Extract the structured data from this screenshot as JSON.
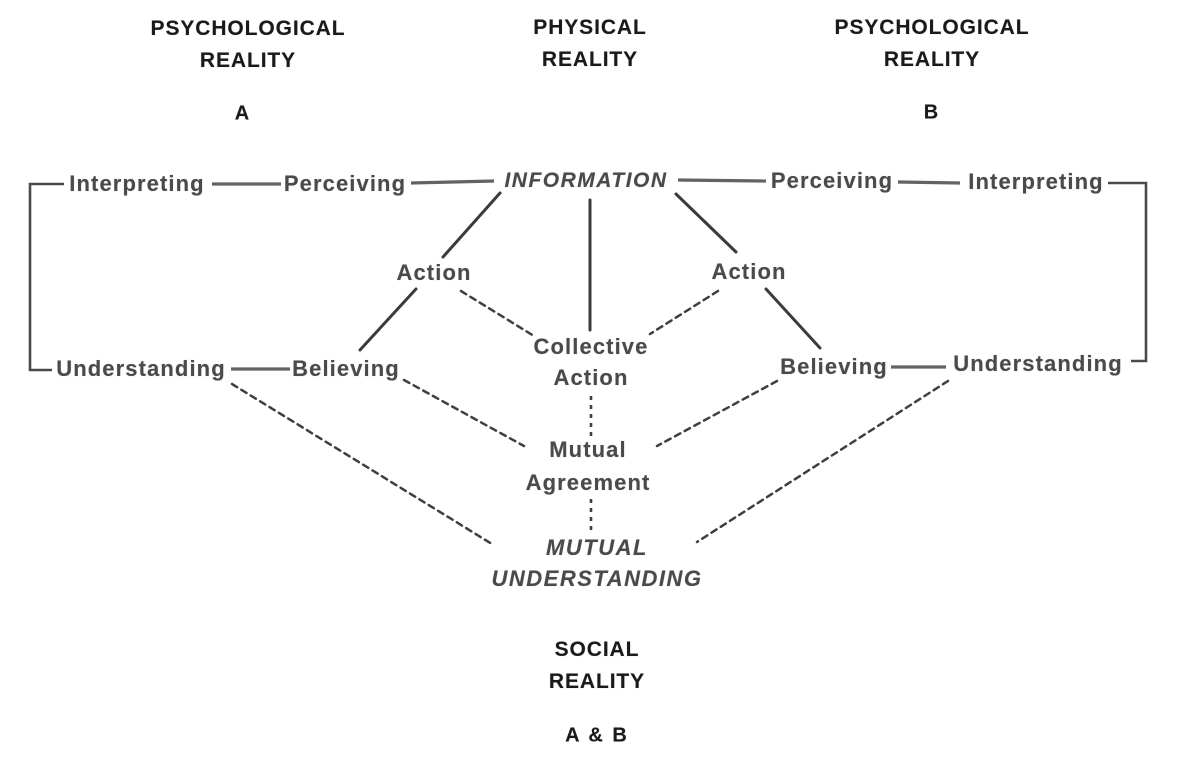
{
  "figure": {
    "type": "diagram",
    "description_visible_only": "Convergence model diagram with labeled realities and communication nodes"
  },
  "headers": {
    "psychological_a": {
      "line1": "PSYCHOLOGICAL",
      "line2": "REALITY",
      "sub": "A"
    },
    "physical": {
      "line1": "PHYSICAL",
      "line2": "REALITY"
    },
    "psychological_b": {
      "line1": "PSYCHOLOGICAL",
      "line2": "REALITY",
      "sub": "B"
    },
    "social": {
      "line1": "SOCIAL",
      "line2": "REALITY",
      "sub": "A & B"
    }
  },
  "nodes": {
    "interpreting_a": {
      "label": "Interpreting"
    },
    "perceiving_a": {
      "label": "Perceiving"
    },
    "information": {
      "label": "INFORMATION"
    },
    "perceiving_b": {
      "label": "Perceiving"
    },
    "interpreting_b": {
      "label": "Interpreting"
    },
    "action_a": {
      "label": "Action"
    },
    "action_b": {
      "label": "Action"
    },
    "collective_action": {
      "line1": "Collective",
      "line2": "Action"
    },
    "understanding_a": {
      "label": "Understanding"
    },
    "believing_a": {
      "label": "Believing"
    },
    "believing_b": {
      "label": "Believing"
    },
    "understanding_b": {
      "label": "Understanding"
    },
    "mutual_agreement": {
      "line1": "Mutual",
      "line2": "Agreement"
    },
    "mutual_understanding": {
      "line1": "MUTUAL",
      "line2": "UNDERSTANDING"
    }
  },
  "edges": [
    {
      "from": "interpreting_a",
      "to": "perceiving_a",
      "style": "solid"
    },
    {
      "from": "perceiving_a",
      "to": "information",
      "style": "solid"
    },
    {
      "from": "information",
      "to": "perceiving_b",
      "style": "solid"
    },
    {
      "from": "perceiving_b",
      "to": "interpreting_b",
      "style": "solid"
    },
    {
      "from": "interpreting_a",
      "to": "understanding_a",
      "style": "solid-bracket"
    },
    {
      "from": "interpreting_b",
      "to": "understanding_b",
      "style": "solid-bracket"
    },
    {
      "from": "information",
      "to": "action_a",
      "style": "solid"
    },
    {
      "from": "information",
      "to": "action_b",
      "style": "solid"
    },
    {
      "from": "information",
      "to": "collective_action",
      "style": "solid"
    },
    {
      "from": "action_a",
      "to": "believing_a",
      "style": "solid"
    },
    {
      "from": "action_b",
      "to": "believing_b",
      "style": "solid"
    },
    {
      "from": "understanding_a",
      "to": "believing_a",
      "style": "solid"
    },
    {
      "from": "understanding_b",
      "to": "believing_b",
      "style": "solid"
    },
    {
      "from": "action_a",
      "to": "collective_action",
      "style": "dashed"
    },
    {
      "from": "action_b",
      "to": "collective_action",
      "style": "dashed"
    },
    {
      "from": "collective_action",
      "to": "mutual_agreement",
      "style": "dashed"
    },
    {
      "from": "mutual_agreement",
      "to": "mutual_understanding",
      "style": "dashed"
    },
    {
      "from": "believing_a",
      "to": "mutual_agreement",
      "style": "dashed"
    },
    {
      "from": "believing_b",
      "to": "mutual_agreement",
      "style": "dashed"
    },
    {
      "from": "understanding_a",
      "to": "mutual_understanding",
      "style": "dashed"
    },
    {
      "from": "understanding_b",
      "to": "mutual_understanding",
      "style": "dashed"
    }
  ],
  "colors": {
    "background": "#ffffff",
    "node_text": "#4a4a4a",
    "heading_text": "#1a1a1a",
    "solid_line": "#3b3b3b",
    "connector_line": "#636363",
    "dashed_line": "#3f3f3f"
  }
}
